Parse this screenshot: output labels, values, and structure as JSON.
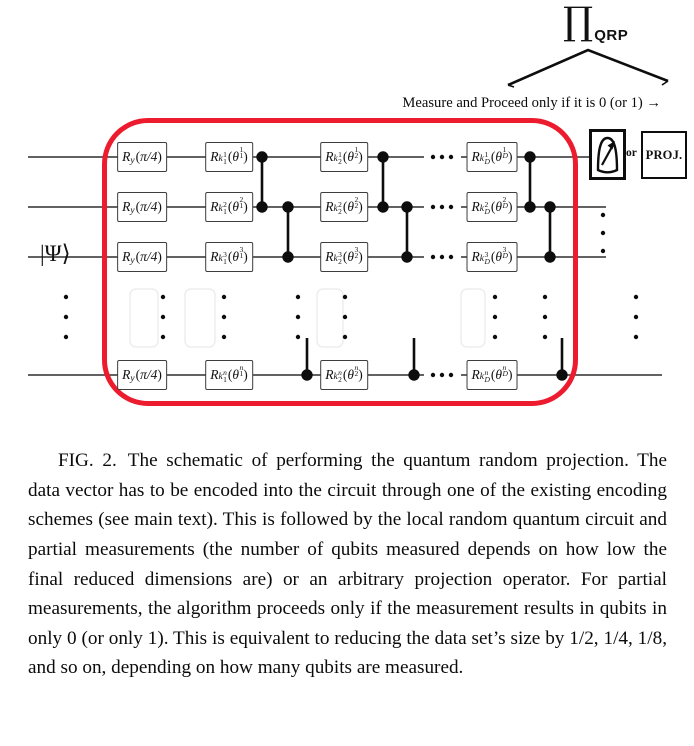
{
  "figure": {
    "projector": {
      "symbol": "∏",
      "subscript": "QRP"
    },
    "measure_note": "Measure and Proceed only if it is 0 (or 1) →",
    "state_label": "|Ψ⟩",
    "or_label": "or",
    "proj_label": "PROJ.",
    "ellipsis": "⋯",
    "highlight_color": "#ec1b2e",
    "ry_gate": {
      "base": "R",
      "sub": "y",
      "arg": "π/4"
    },
    "rk_gate": {
      "base": "R",
      "k_symbol": "k",
      "theta_symbol": "θ"
    },
    "wire_superscripts": [
      "1",
      "2",
      "3",
      "n"
    ],
    "depth_subscripts": [
      "1",
      "2",
      "D"
    ]
  },
  "caption": {
    "label": "FIG. 2.",
    "body": "The schematic of performing the quantum random projection. The data vector has to be encoded into the circuit through one of the existing encoding schemes (see main text). This is followed by the local random quantum circuit and partial measurements (the number of qubits measured depends on how low the final reduced dimensions are) or an arbitrary projection operator. For partial measurements, the algorithm proceeds only if the measurement results in qubits in only 0 (or only 1). This is equivalent to reducing the data set’s size by 1/2, 1/4, 1/8, and so on, depending on how many qubits are measured."
  }
}
